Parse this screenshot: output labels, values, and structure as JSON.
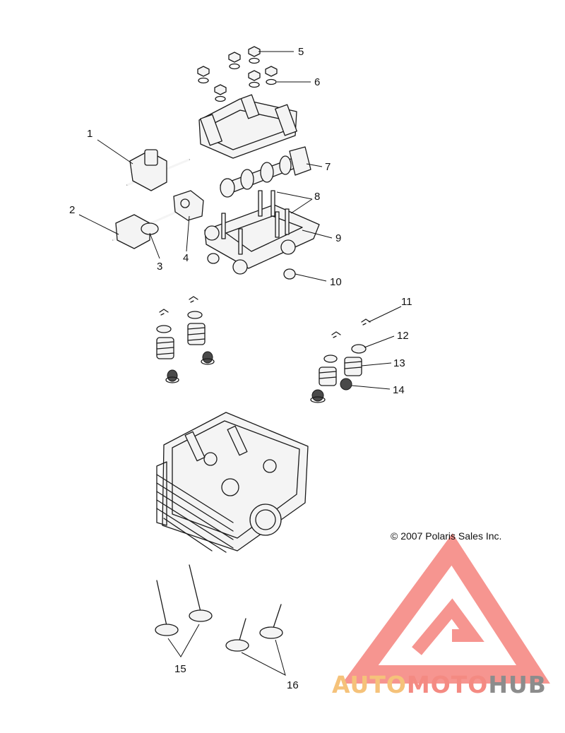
{
  "copyright": "© 2007 Polaris Sales Inc.",
  "brand": {
    "part1": "AUTO",
    "part2": "MOTO",
    "part3": "HUB",
    "colors": {
      "auto": "#f5c27a",
      "moto": "#f48a82",
      "hub": "#8c8c8c",
      "logo": "#f5837d"
    }
  },
  "callouts": [
    {
      "id": "1",
      "label": "1"
    },
    {
      "id": "2",
      "label": "2"
    },
    {
      "id": "3",
      "label": "3"
    },
    {
      "id": "4",
      "label": "4"
    },
    {
      "id": "5",
      "label": "5"
    },
    {
      "id": "6",
      "label": "6"
    },
    {
      "id": "7",
      "label": "7"
    },
    {
      "id": "8",
      "label": "8"
    },
    {
      "id": "9",
      "label": "9"
    },
    {
      "id": "10",
      "label": "10"
    },
    {
      "id": "11",
      "label": "11"
    },
    {
      "id": "12",
      "label": "12"
    },
    {
      "id": "13",
      "label": "13"
    },
    {
      "id": "14",
      "label": "14"
    },
    {
      "id": "15",
      "label": "15"
    },
    {
      "id": "16",
      "label": "16"
    }
  ]
}
